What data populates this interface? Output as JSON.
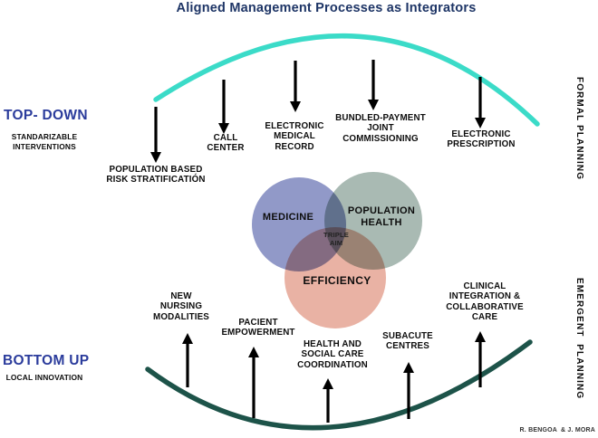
{
  "title": "Aligned  Management Processes as Integrators",
  "left": {
    "top_down": "TOP- DOWN",
    "top_down_sub": "STANDARIZABLE\nINTERVENTIONS",
    "bottom_up": "BOTTOM UP",
    "bottom_up_sub": "LOCAL INNOVATION"
  },
  "right": {
    "formal": "FORMAL PLANNING",
    "emergent": "EMERGENT  PLANNING"
  },
  "top_items": [
    {
      "label": "POPULATION BASED\nRISK STRATIFICATIÓN"
    },
    {
      "label": "CALL\nCENTER"
    },
    {
      "label": "ELECTRONIC\nMEDICAL\nRECORD"
    },
    {
      "label": "BUNDLED-PAYMENT\nJOINT\nCOMMISSIONING"
    },
    {
      "label": "ELECTRONIC\nPRESCRIPTION"
    }
  ],
  "bottom_items": [
    {
      "label": "NEW\nNURSING\nMODALITIES"
    },
    {
      "label": "PACIENT\nEMPOWERMENT"
    },
    {
      "label": "HEALTH AND\nSOCIAL CARE\nCOORDINATION"
    },
    {
      "label": "SUBACUTE\nCENTRES"
    },
    {
      "label": "CLINICAL\nINTEGRATION &\nCOLLABORATIVE\nCARE"
    }
  ],
  "venn": {
    "medicine": "MEDICINE",
    "population_health": "POPULATION\nHEALTH",
    "efficiency": "EFFICIENCY",
    "center": "TRIPLE\nAIM"
  },
  "credit": "R. BENGOA  & J. MORA",
  "colors": {
    "title_text": "#1e3566",
    "side_heading_text": "#2b3c9c",
    "top_arc": "#3bdbc8",
    "bottom_arc": "#1d5349",
    "venn_medicine": "#9199c8",
    "venn_population_health": "#a9bab3",
    "venn_efficiency": "#e9b2a4",
    "arrow": "#000000"
  }
}
